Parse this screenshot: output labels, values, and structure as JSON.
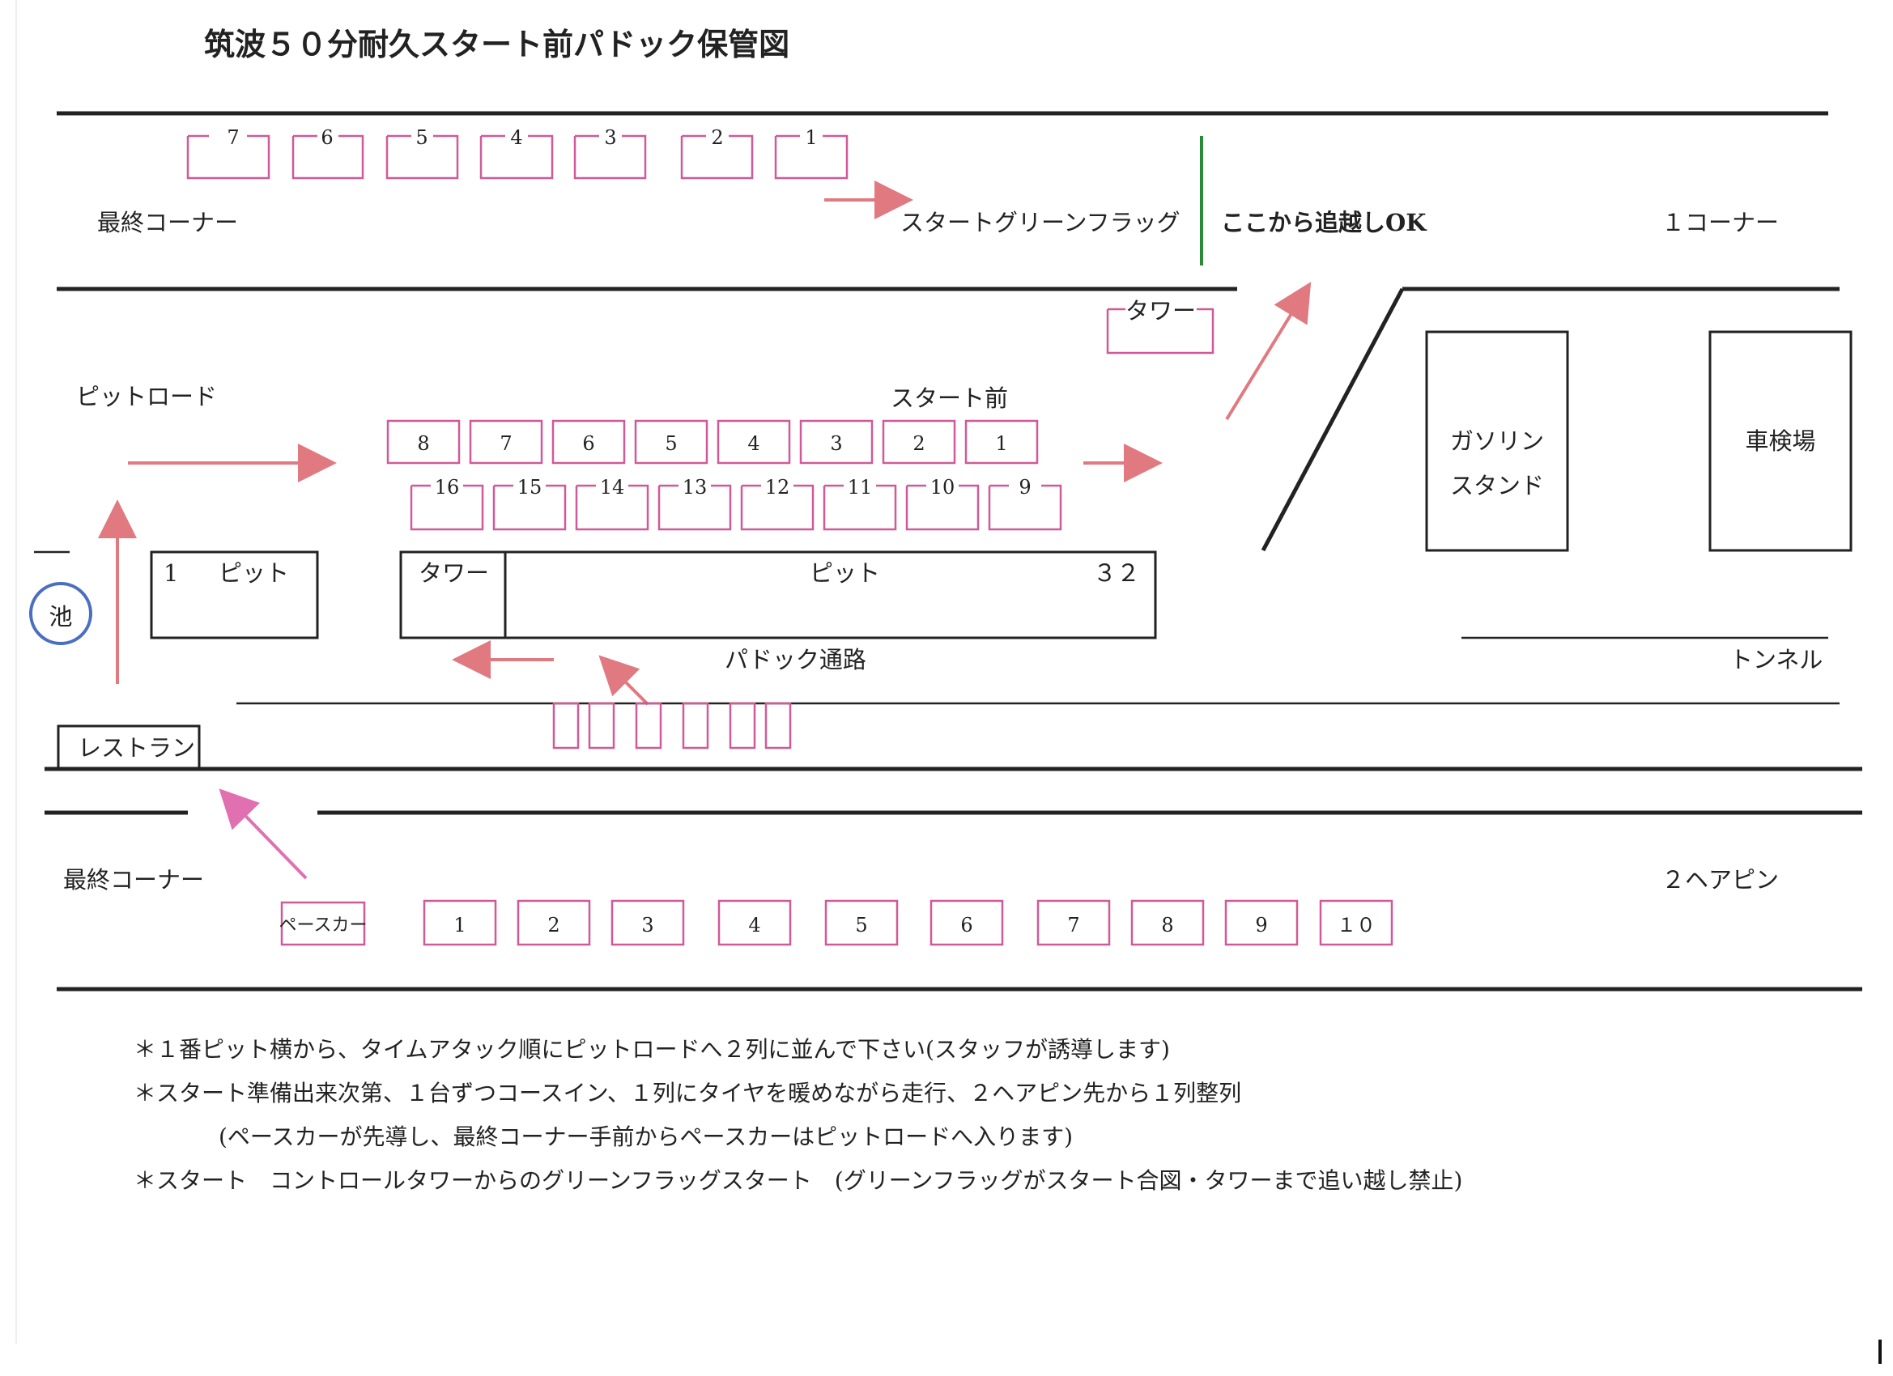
{
  "title": "筑波５０分耐久スタート前パドック保管図",
  "labels": {
    "final_corner_top": "最終コーナー",
    "start_green_flag": "スタートグリーンフラッグ",
    "overtake_ok": "ここから追越しOK",
    "corner1": "１コーナー",
    "tower_top": "タワー",
    "pit_road": "ピットロード",
    "before_start": "スタート前",
    "gas_station_1": "ガソリン",
    "gas_station_2": "スタンド",
    "inspection": "車検場",
    "pond": "池",
    "pit_left_num": "1",
    "pit_left": "ピット",
    "tower_pit": "タワー",
    "pit_main": "ピット",
    "pit_32": "３２",
    "paddock_passage": "パドック通路",
    "tunnel": "トンネル",
    "restaurant": "レストラン",
    "final_corner_bottom": "最終コーナー",
    "hairpin2": "２ヘアピン",
    "pace_car": "ペースカー"
  },
  "grid_top": [
    "7",
    "6",
    "5",
    "4",
    "3",
    "2",
    "1"
  ],
  "paddock_row1": [
    "8",
    "7",
    "6",
    "5",
    "4",
    "3",
    "2",
    "1"
  ],
  "paddock_row2": [
    "16",
    "15",
    "14",
    "13",
    "12",
    "11",
    "10",
    "9"
  ],
  "grid_bottom": [
    "1",
    "2",
    "3",
    "4",
    "5",
    "6",
    "7",
    "8",
    "9",
    "１０"
  ],
  "notes": [
    "＊１番ピット横から、タイムアタック順にピットロードへ２列に並んで下さい(スタッフが誘導します)",
    "＊スタート準備出来次第、１台ずつコースイン、１列にタイヤを暖めながら走行、２ヘアピン先から１列整列",
    "(ペースカーが先導し、最終コーナー手前からペースカーはピットロードへ入ります)",
    "＊スタート　コントロールタワーからのグリーンフラッグスタート　(グリーンフラッグがスタート合図・タワーまで追い越し禁止)"
  ],
  "colors": {
    "slot": "#d05a98",
    "arrow": "#e07a80",
    "flag_line": "#2a8a3a",
    "pond": "#4a6fc0"
  }
}
